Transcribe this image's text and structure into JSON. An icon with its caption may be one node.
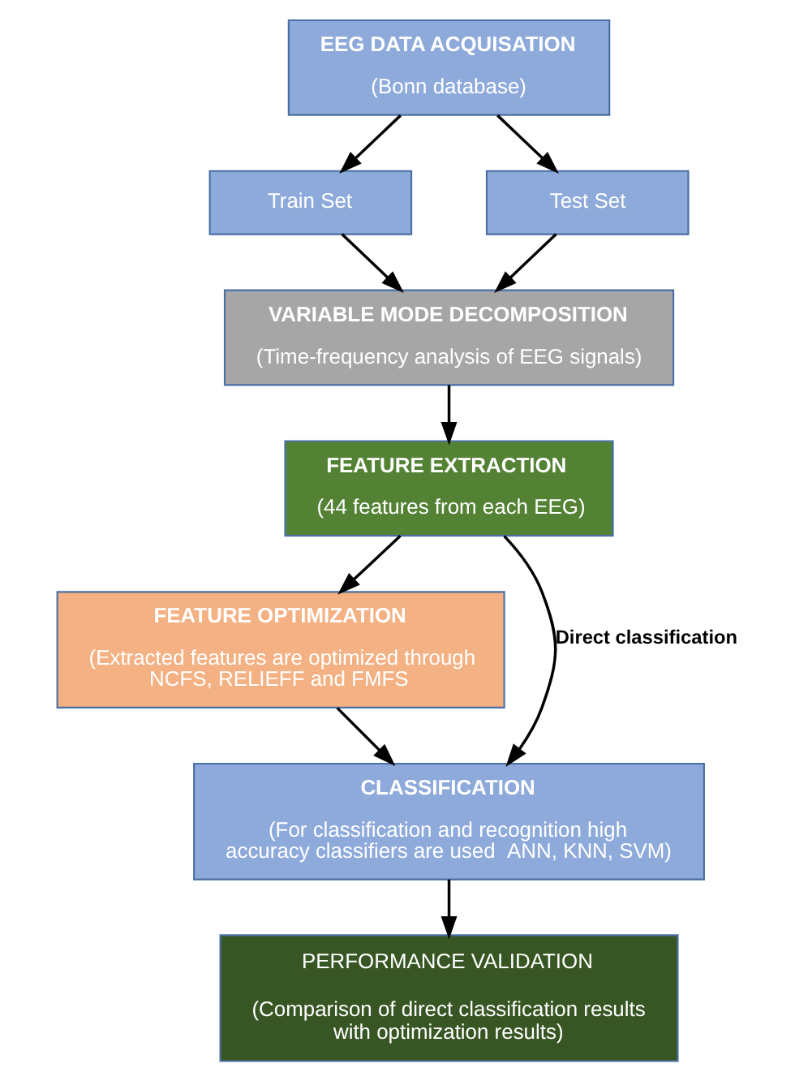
{
  "diagram": {
    "nodes": [
      {
        "text": [
          "EEG DATA ACQUISATION",
          "(Bonn database)"
        ]
      },
      {
        "text": [
          "Train Set"
        ]
      },
      {
        "text": [
          "Test Set"
        ]
      },
      {
        "text": [
          "VARIABLE MODE DECOMPOSITION",
          "(Time-frequency analysis of EEG signals)"
        ]
      },
      {
        "text": [
          "FEATURE EXTRACTION",
          "(44 features from each EEG)"
        ]
      },
      {
        "text": [
          "FEATURE OPTIMIZATION",
          "(Extracted features are optimized through NCFS, RELIEFF and FMFS"
        ]
      },
      {
        "text": [
          "CLASSIFICATION",
          "(For classification and recognition high accuracy classifiers are used  ANN, KNN, SVM)"
        ]
      },
      {
        "text": [
          "PERFORMANCE VALIDATION",
          "(Comparison of direct classification results with optimization results)"
        ]
      }
    ],
    "edges": [
      {
        "from": 0,
        "to": 1,
        "arrow": "to"
      },
      {
        "from": 0,
        "to": 2,
        "arrow": "to"
      },
      {
        "from": 1,
        "to": 3,
        "arrow": "to"
      },
      {
        "from": 2,
        "to": 3,
        "arrow": "to"
      },
      {
        "from": 3,
        "to": 4,
        "arrow": "to"
      },
      {
        "from": 4,
        "to": 5,
        "arrow": "to"
      },
      {
        "from": 4,
        "to": 6,
        "arrow": "to",
        "label": "Direct classification"
      },
      {
        "from": 5,
        "to": 6,
        "arrow": "to"
      },
      {
        "from": 6,
        "to": 7,
        "arrow": "to"
      }
    ]
  }
}
